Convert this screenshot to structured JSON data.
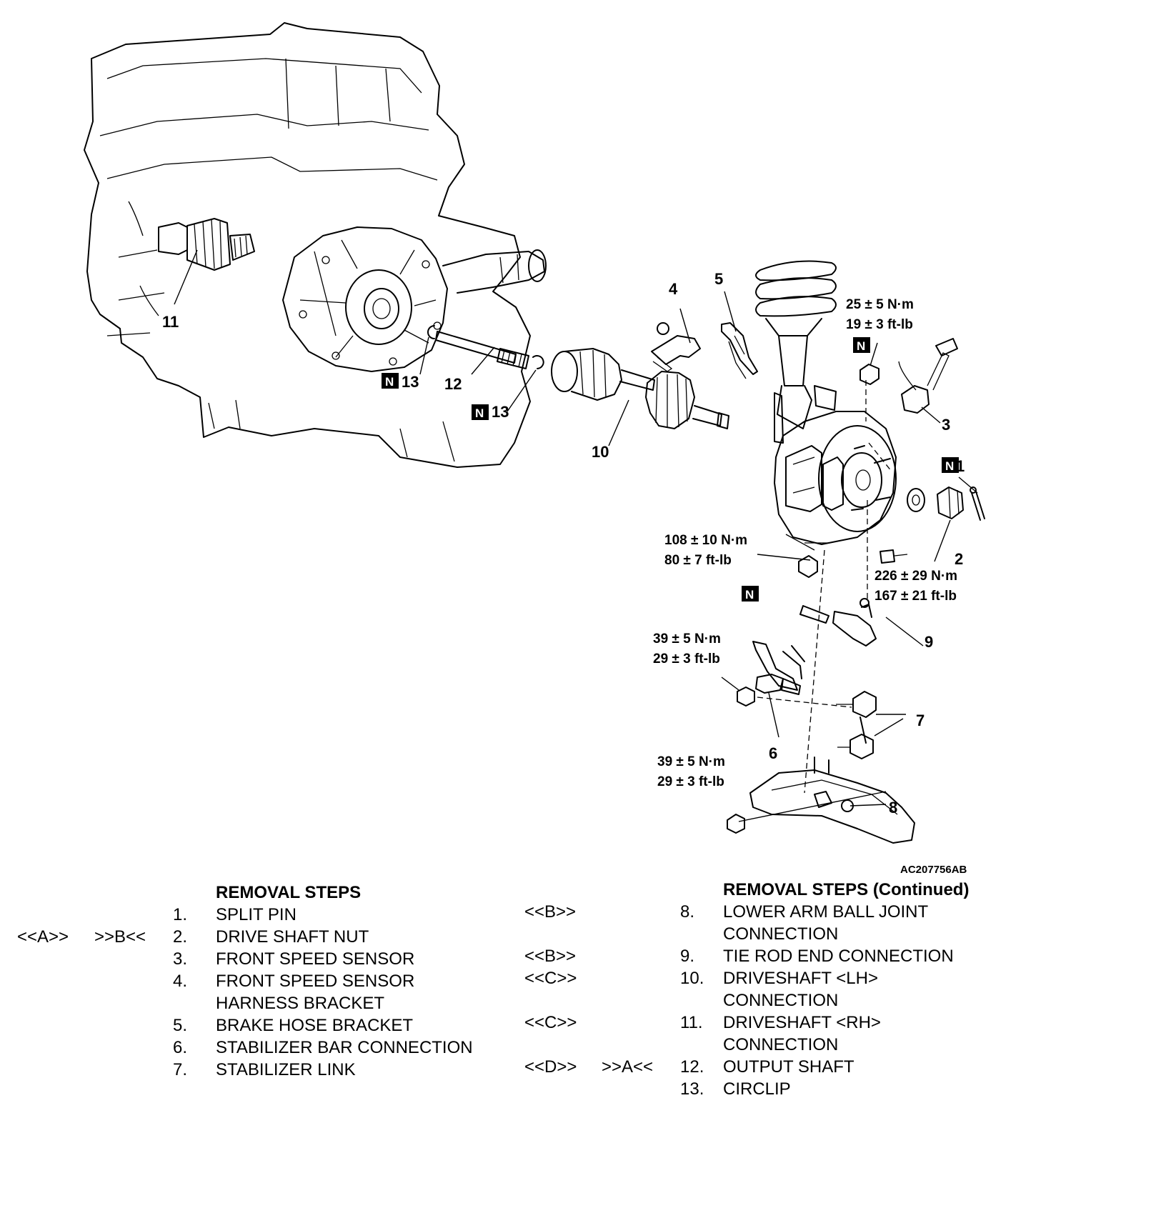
{
  "figure_code": "AC207756AB",
  "part_labels": {
    "p1": "1",
    "p2": "2",
    "p3": "3",
    "p4": "4",
    "p5": "5",
    "p6": "6",
    "p7": "7",
    "p8": "8",
    "p9": "9",
    "p10": "10",
    "p11": "11",
    "p12": "12",
    "p13a": "13",
    "p13b": "13"
  },
  "new_part_mark": "N",
  "torques": {
    "strut_nut": [
      "25 ± 5 N·m",
      "19 ± 3 ft-lb"
    ],
    "knuckle_nut": [
      "108 ± 10 N·m",
      "80 ± 7 ft-lb"
    ],
    "drive_shaft_nut": [
      "226 ± 29 N·m",
      "167 ± 21 ft-lb"
    ],
    "stabilizer_nut": [
      "39 ± 5 N·m",
      "29 ± 3 ft-lb"
    ],
    "lower_arm_nut": [
      "39 ± 5 N·m",
      "29 ± 3 ft-lb"
    ]
  },
  "removal_steps": {
    "title": "REMOVAL STEPS",
    "items": [
      {
        "inst": "",
        "rem": "",
        "num": "1.",
        "text": "SPLIT PIN",
        "cont": ""
      },
      {
        "inst": "<<A>>",
        "rem": ">>B<<",
        "num": "2.",
        "text": "DRIVE SHAFT NUT",
        "cont": ""
      },
      {
        "inst": "",
        "rem": "",
        "num": "3.",
        "text": "FRONT SPEED SENSOR",
        "cont": ""
      },
      {
        "inst": "",
        "rem": "",
        "num": "4.",
        "text": "FRONT SPEED SENSOR",
        "cont": "HARNESS BRACKET"
      },
      {
        "inst": "",
        "rem": "",
        "num": "5.",
        "text": "BRAKE HOSE BRACKET",
        "cont": ""
      },
      {
        "inst": "",
        "rem": "",
        "num": "6.",
        "text": "STABILIZER BAR CONNECTION",
        "cont": ""
      },
      {
        "inst": "",
        "rem": "",
        "num": "7.",
        "text": "STABILIZER LINK",
        "cont": ""
      }
    ]
  },
  "removal_steps_continued": {
    "title": "REMOVAL STEPS (Continued)",
    "items": [
      {
        "inst": "<<B>>",
        "rem": "",
        "num": "8.",
        "text": "LOWER ARM BALL JOINT",
        "cont": "CONNECTION"
      },
      {
        "inst": "<<B>>",
        "rem": "",
        "num": "9.",
        "text": "TIE ROD END CONNECTION",
        "cont": ""
      },
      {
        "inst": "<<C>>",
        "rem": "",
        "num": "10.",
        "text": "DRIVESHAFT <LH>",
        "cont": "CONNECTION"
      },
      {
        "inst": "<<C>>",
        "rem": "",
        "num": "11.",
        "text": "DRIVESHAFT <RH>",
        "cont": "CONNECTION"
      },
      {
        "inst": "<<D>>",
        "rem": ">>A<<",
        "num": "12.",
        "text": "OUTPUT SHAFT",
        "cont": ""
      },
      {
        "inst": "",
        "rem": "",
        "num": "13.",
        "text": "CIRCLIP",
        "cont": ""
      }
    ]
  }
}
